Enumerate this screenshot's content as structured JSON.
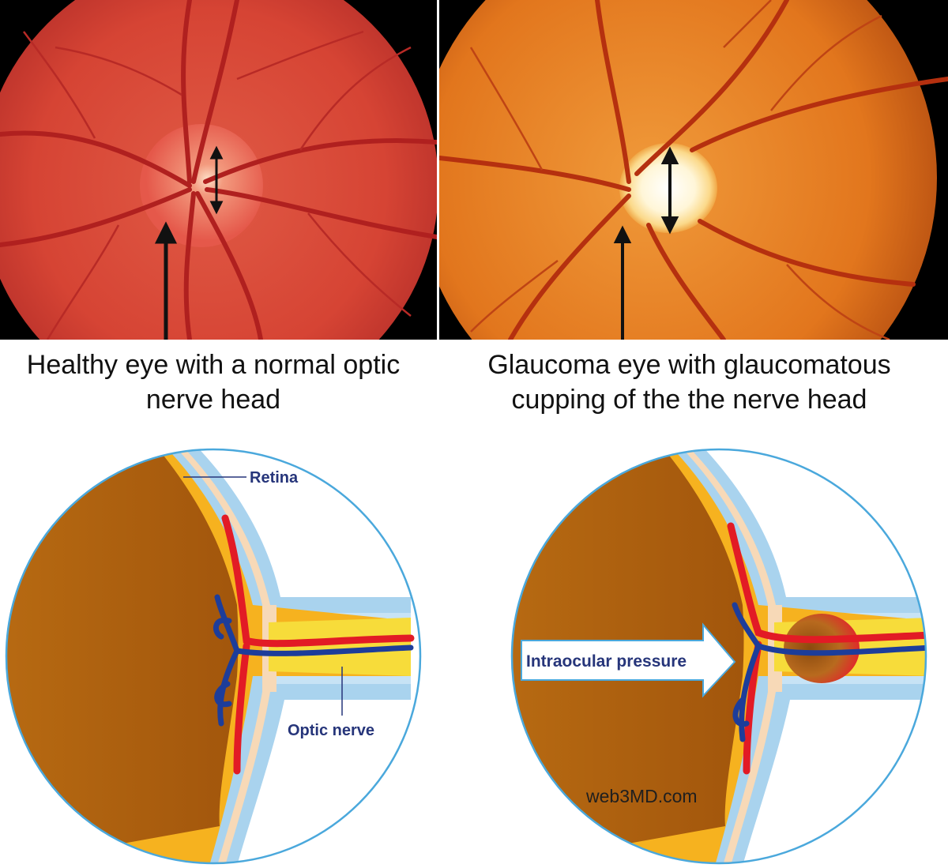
{
  "captions": {
    "healthy": [
      "Healthy eye with a normal optic",
      "nerve head"
    ],
    "glaucoma": [
      "Glaucoma eye with glaucomatous",
      "cupping of the the nerve head"
    ]
  },
  "labels": {
    "retina": "Retina",
    "optic_nerve": "Optic nerve",
    "intraocular_pressure": "Intraocular pressure",
    "watermark": "web3MD.com"
  },
  "colors": {
    "healthy_fundus": "#d94a38",
    "glaucoma_fundus": "#e57a1f",
    "vitreous": "#b8660e",
    "sclera_blue": "#a9d3ee",
    "retina_yellow": "#f6b21f",
    "artery_red": "#e21b25",
    "vein_blue": "#1d3d9a"
  }
}
